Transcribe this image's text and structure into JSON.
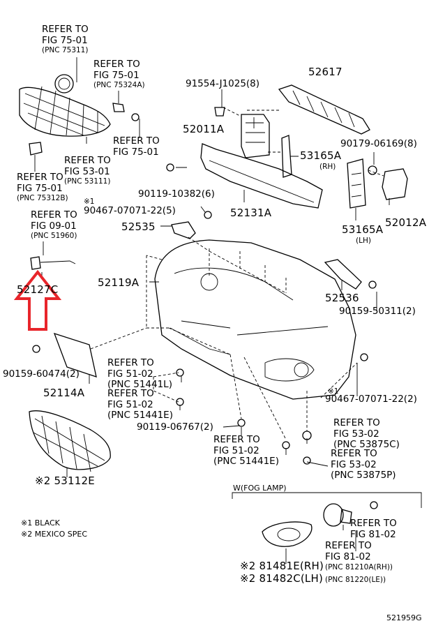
{
  "labels": {
    "grille_refer_fig75_top": [
      "REFER TO",
      "FIG 75-01",
      "(PNC 75311)"
    ],
    "emblem_refer": [
      "REFER TO",
      "FIG 75-01",
      "(PNC 75324A)"
    ],
    "clip_refer_fig75": [
      "REFER TO",
      "FIG 75-01"
    ],
    "grille_refer_fig53": [
      "REFER TO",
      "FIG 53-01",
      "(PNC 53111)"
    ],
    "grille_refer_fig75_lower": [
      "REFER TO",
      "FIG 75-01",
      "(PNC 75312B)"
    ],
    "p91554": "91554-J1025(8)",
    "p52617": "52617",
    "p52011A": "52011A",
    "p90179": "90179-06169(8)",
    "p53165A_rh": "53165A",
    "rh": "(RH)",
    "p90119_10382": "90119-10382(6)",
    "note_mark_1a": "※1",
    "p90467_top": "90467-07071-22(5)",
    "p52131A": "52131A",
    "p52012A": "52012A",
    "p53165A_lh": "53165A",
    "lh": "(LH)",
    "refer_fig09": [
      "REFER TO",
      "FIG 09-01",
      "(PNC 51960)"
    ],
    "p52535": "52535",
    "p52127C": "52127C",
    "p52119A": "52119A",
    "p52536": "52536",
    "p90159_50311": "90159-50311(2)",
    "p90159_60474": "90159-60474(2)",
    "p52114A": "52114A",
    "refer_fig51_a": [
      "REFER TO",
      "FIG 51-02",
      "(PNC 51441L)"
    ],
    "refer_fig51_b": [
      "REFER TO",
      "FIG 51-02",
      "(PNC 51441E)"
    ],
    "note_mark_1b": "※1",
    "p90467_right": "90467-07071-22(2)",
    "p90119_06767": "90119-06767(2)",
    "refer_fig51_c": [
      "REFER TO",
      "FIG 51-02",
      "(PNC 51441E)"
    ],
    "refer_fig53_c": [
      "REFER TO",
      "FIG 53-02",
      "(PNC 53875C)"
    ],
    "refer_fig53_p": [
      "REFER TO",
      "FIG 53-02",
      "(PNC 53875P)"
    ],
    "p53112E": "※2 53112E",
    "fog_header": "W(FOG LAMP)",
    "note1": "※1 BLACK",
    "note2": "※2 MEXICO SPEC",
    "refer_fig81_a": [
      "REFER TO",
      "FIG 81-02"
    ],
    "refer_fig81_b": [
      "REFER TO",
      "FIG 81-02"
    ],
    "p81481E": "※2 81481E(RH)",
    "p81482C": "※2 81482C(LH)",
    "pnc_81210A": "(PNC 81210A(RH))",
    "pnc_81220": "(PNC 81220(LE))",
    "diagram_id": "521959G"
  },
  "highlight": {
    "type": "arrow-up",
    "color": "#e8252b"
  }
}
